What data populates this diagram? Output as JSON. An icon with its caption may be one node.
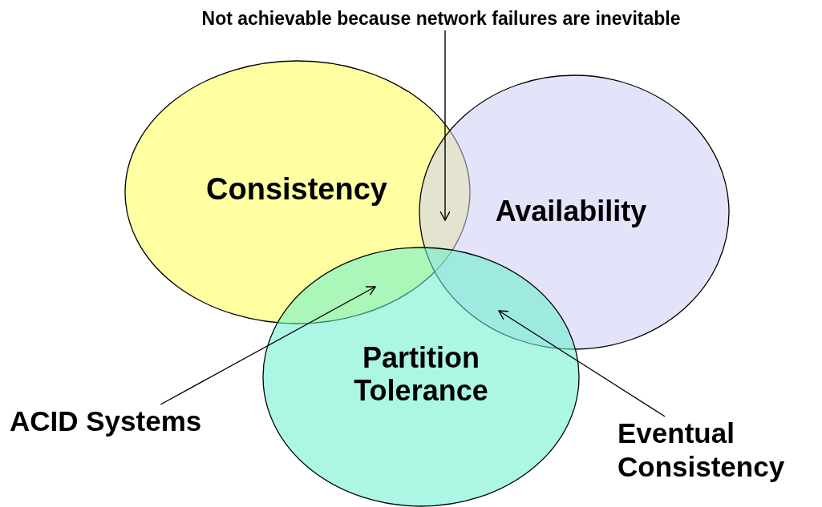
{
  "diagram": {
    "nodes": [
      {
        "text": [
          "Consistency"
        ]
      },
      {
        "text": [
          "Availability"
        ]
      },
      {
        "text": [
          "Partition Tolerance"
        ]
      },
      {
        "text": [
          "Not achievable because network failures are inevitable"
        ]
      },
      {
        "text": [
          "ACID Systems"
        ]
      },
      {
        "text": [
          "Eventual Consistency"
        ]
      }
    ],
    "edges": [
      {
        "from": 3,
        "to": 1,
        "arrow": "to"
      },
      {
        "from": 4,
        "to": 2,
        "arrow": "to"
      },
      {
        "from": 5,
        "to": 2,
        "arrow": "to"
      }
    ]
  }
}
